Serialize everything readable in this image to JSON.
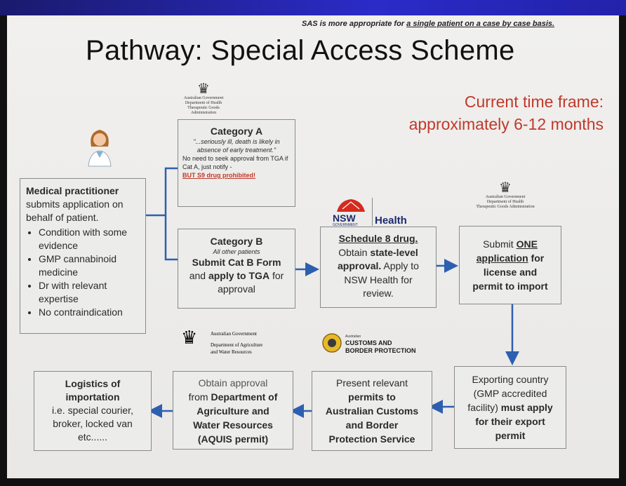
{
  "note": {
    "prefix": "SAS is more appropriate for ",
    "underlined": "a single patient on a case by case basis."
  },
  "title": {
    "prefix": "Pathway: ",
    "rest": "Special Access Scheme"
  },
  "timeframe": {
    "line1": "Current time frame:",
    "line2": "approximately 6-12 months"
  },
  "medical": {
    "title": "Medical practitioner",
    "line": "submits application on behalf of patient.",
    "bullets": [
      "Condition with some evidence",
      "GMP cannabinoid medicine",
      "Dr with relevant expertise",
      "No contraindication"
    ]
  },
  "catA": {
    "title": "Category A",
    "quote": "\"...seriously ill, death is likely in absence of early treatment.\"",
    "text": "No need to seek approval from TGA if Cat A, just notify -",
    "warn": "BUT S9 drug prohibited!"
  },
  "catB": {
    "title": "Category B",
    "sub": "All other patients",
    "l1": "Submit Cat B Form",
    "l2a": "and ",
    "l2b": "apply to TGA",
    "l2c": " for",
    "l3": "approval"
  },
  "s8": {
    "title": "Schedule 8 drug.",
    "l1": "Obtain ",
    "l1b": "state-level",
    "l2": "approval.",
    "l2b": " Apply to",
    "l3": "NSW Health for",
    "l4": "review."
  },
  "licence": {
    "l1": "Submit ",
    "l1b": "ONE",
    "l2": "application",
    "l2b": " for",
    "l3": "license and",
    "l4": "permit to import"
  },
  "export": {
    "l1": "Exporting country",
    "l2": "(GMP accredited",
    "l3": "facility) ",
    "l3b": "must apply",
    "l4": "for their export",
    "l5": "permit"
  },
  "customs": {
    "l1": "Present relevant",
    "l2": "permits to",
    "l3": "Australian Customs",
    "l4": "and Border",
    "l5": "Protection Service"
  },
  "agri": {
    "l1": "Obtain approval",
    "l2": "from ",
    "l2b": "Department of",
    "l3": "Agriculture and",
    "l4": "Water Resources",
    "l5": "(AQUIS permit)"
  },
  "logistics": {
    "title": "Logistics of",
    "title2": "importation",
    "l1": "i.e. special courier,",
    "l2": "broker, locked van",
    "l3": "etc......"
  },
  "logos": {
    "govHealth": {
      "a": "Australian Government",
      "b": "Department of Health",
      "c": "Therapeutic Goods Administration"
    },
    "govHealth2": {
      "a": "Australian Government",
      "b": "Department of Health",
      "c": "Therapeutic Goods Administration"
    },
    "nsw": {
      "name": "NSW",
      "sub": "GOVERNMENT",
      "health": "Health"
    },
    "agri": {
      "a": "Australian Government",
      "b": "Department of Agriculture",
      "c": "and Water Resources"
    },
    "customs": {
      "a": "Australian",
      "b": "CUSTOMS AND",
      "c": "BORDER PROTECTION"
    }
  },
  "colors": {
    "accent": "#c0392b",
    "arrow": "#2d5fb0",
    "nswRed": "#d52b1e"
  }
}
